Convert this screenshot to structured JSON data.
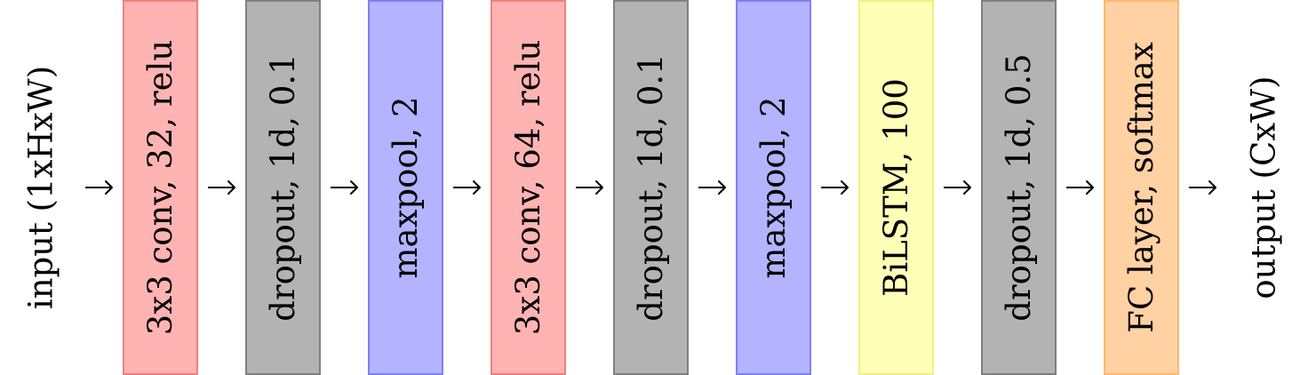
{
  "diagram": {
    "input_label": "input (1xHxW)",
    "output_label": "output (CxW)",
    "layers": [
      {
        "label": "3x3 conv, 32, relu",
        "fill": "#ffb3b3",
        "stroke": "#f08080"
      },
      {
        "label": "dropout, 1d, 0.1",
        "fill": "#b3b3b3",
        "stroke": "#808080"
      },
      {
        "label": "maxpool, 2",
        "fill": "#b3b3ff",
        "stroke": "#8080f0"
      },
      {
        "label": "3x3 conv, 64, relu",
        "fill": "#ffb3b3",
        "stroke": "#f08080"
      },
      {
        "label": "dropout, 1d, 0.1",
        "fill": "#b3b3b3",
        "stroke": "#808080"
      },
      {
        "label": "maxpool, 2",
        "fill": "#b3b3ff",
        "stroke": "#8080f0"
      },
      {
        "label": "BiLSTM, 100",
        "fill": "#ffffb8",
        "stroke": "#f0f080"
      },
      {
        "label": "dropout, 1d, 0.5",
        "fill": "#b3b3b3",
        "stroke": "#808080"
      },
      {
        "label": "FC layer, softmax",
        "fill": "#ffd1a3",
        "stroke": "#ffb870"
      }
    ]
  }
}
